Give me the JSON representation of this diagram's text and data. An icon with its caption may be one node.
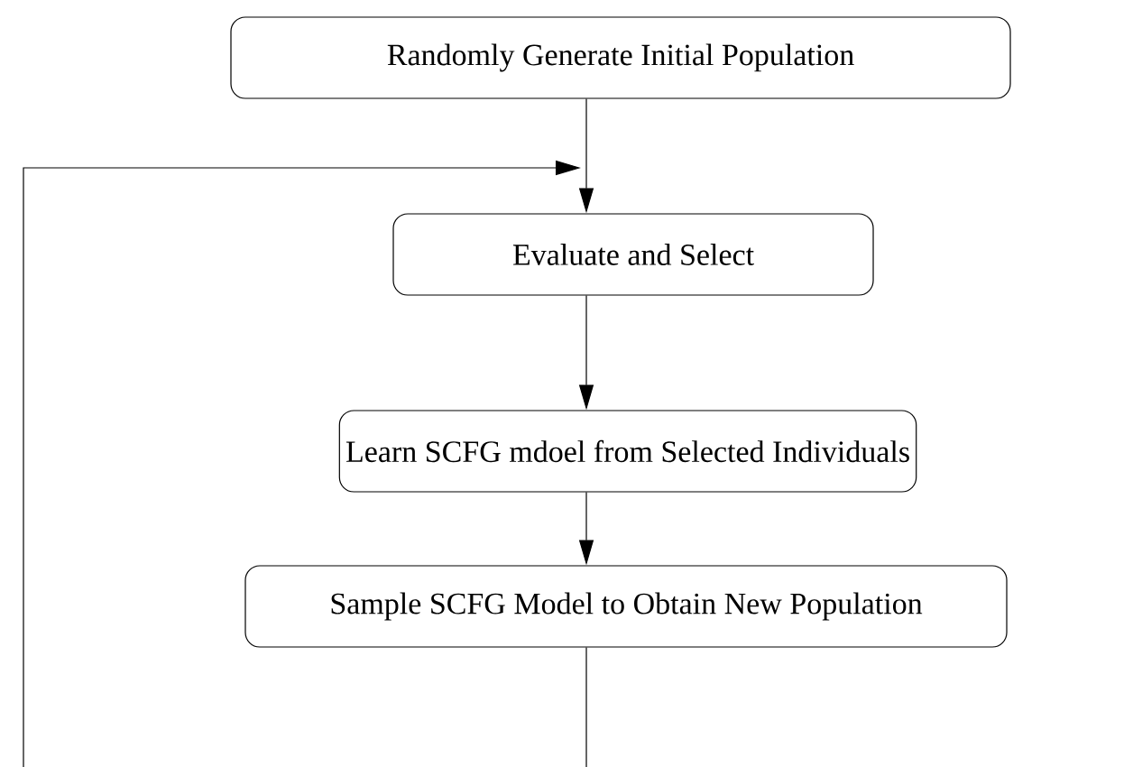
{
  "diagram": {
    "nodes": [
      {
        "text": [
          "Randomly Generate Initial Population"
        ]
      },
      {
        "text": [
          "Evaluate and Select"
        ]
      },
      {
        "text": [
          "Learn SCFG mdoel from Selected Individuals"
        ]
      },
      {
        "text": [
          "Sample SCFG Model to Obtain New Population"
        ]
      }
    ],
    "edges": [
      {
        "from": 0,
        "to": 1,
        "arrow": "to"
      },
      {
        "from": 1,
        "to": 2,
        "arrow": "to"
      },
      {
        "from": 2,
        "to": 3,
        "arrow": "to"
      },
      {
        "from": 3,
        "to": 1,
        "arrow": "to"
      }
    ]
  }
}
